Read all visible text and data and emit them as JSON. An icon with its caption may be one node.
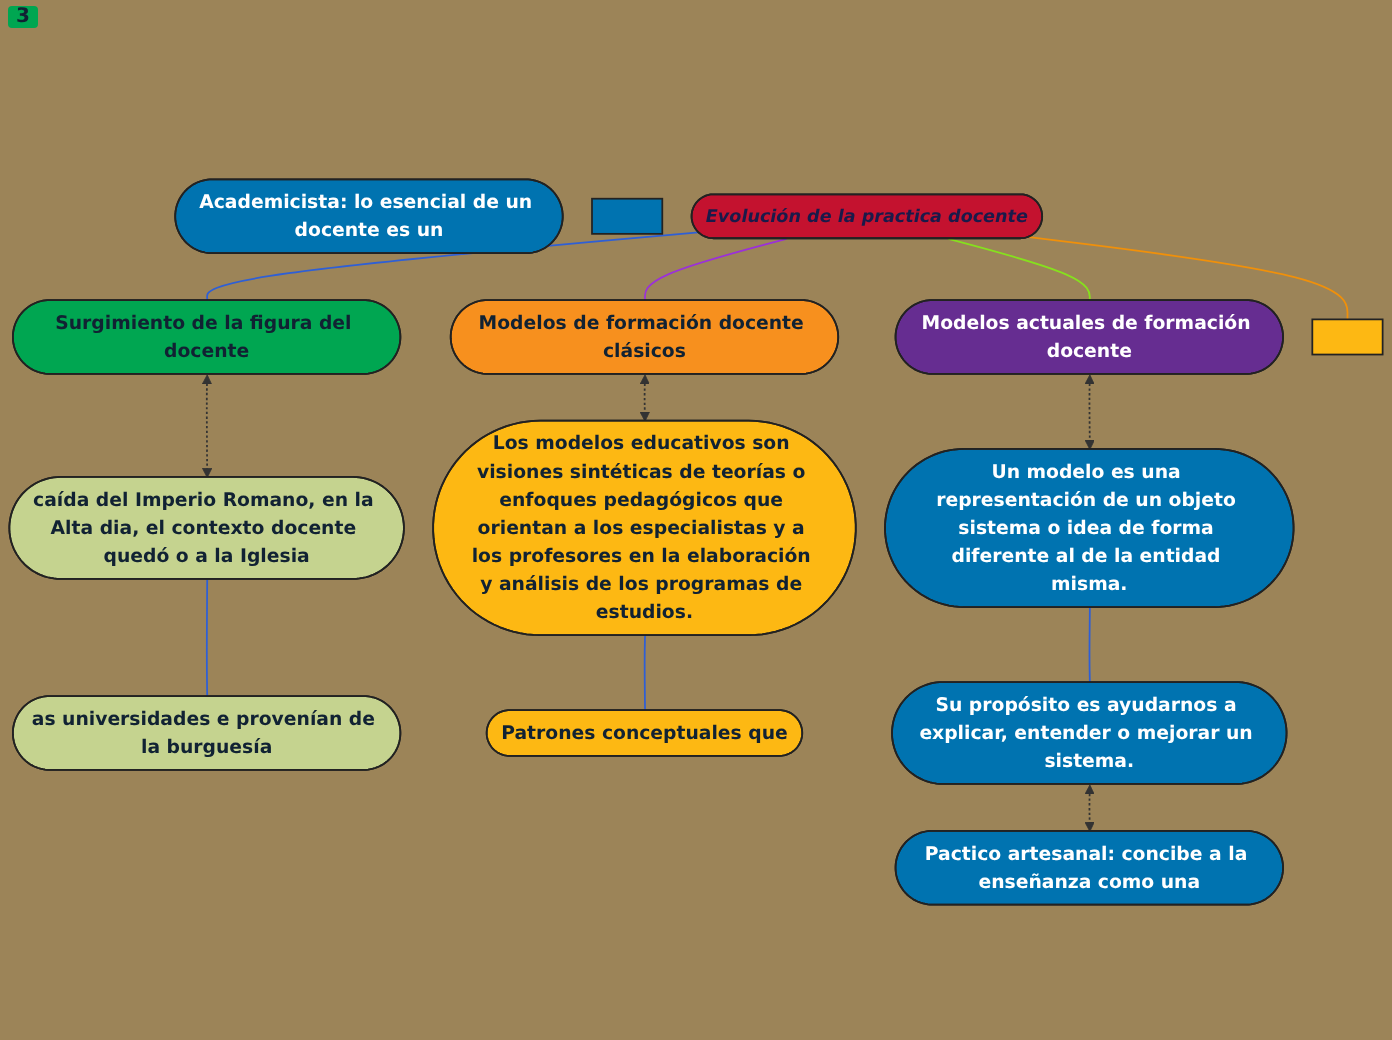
{
  "diagram": {
    "nodes": [
      {
        "text": [
          "Evolución de la practica docente"
        ]
      },
      {
        "text": [
          "Surgimiento de la figura del docente"
        ]
      },
      {
        "text": [
          "Modelos de formación docente clásicos"
        ]
      },
      {
        "text": [
          "Modelos actuales de formación docente"
        ]
      },
      {
        "text": [
          "caída del Imperio Romano, en la Alta dia, el contexto docente quedó o a la Iglesia"
        ]
      },
      {
        "text": [
          "as universidades e provenían de la burguesía"
        ]
      },
      {
        "text": [
          "Los modelos educativos son visiones sintéticas de teorías o enfoques pedagógicos que orientan a los especialistas y a los profesores en la elaboración y análisis de los programas de estudios."
        ]
      },
      {
        "text": [
          "Patrones conceptuales que"
        ]
      },
      {
        "text": [
          "Un modelo es una representación de un objeto sistema o idea de forma diferente al de la entidad misma."
        ]
      },
      {
        "text": [
          "Su propósito es ayudarnos a explicar, entender o mejorar un sistema."
        ]
      },
      {
        "text": [
          "Pactico artesanal: concibe a la enseñanza como una"
        ]
      },
      {
        "text": [
          "Academicista: lo esencial de un docente es un"
        ]
      },
      {
        "text": [],
        "shape": "box"
      },
      {
        "text": [],
        "shape": "box"
      }
    ],
    "edges": [
      {
        "from": 0,
        "to": 1,
        "arrow": "none",
        "color": "#2e5fd6"
      },
      {
        "from": 0,
        "to": 2,
        "arrow": "none",
        "color": "#9b30d9"
      },
      {
        "from": 0,
        "to": 3,
        "arrow": "none",
        "color": "#86e01e"
      },
      {
        "from": 0,
        "to": 12,
        "arrow": "none",
        "color": "#f0900a"
      },
      {
        "from": 1,
        "to": 4,
        "arrow": "both",
        "style": "dashed",
        "color": "#333333"
      },
      {
        "from": 4,
        "to": 5,
        "arrow": "none",
        "color": "#2e5fd6"
      },
      {
        "from": 2,
        "to": 6,
        "arrow": "both",
        "style": "dashed",
        "color": "#333333"
      },
      {
        "from": 6,
        "to": 7,
        "arrow": "none",
        "color": "#2e5fd6"
      },
      {
        "from": 3,
        "to": 8,
        "arrow": "both",
        "style": "dashed",
        "color": "#333333"
      },
      {
        "from": 8,
        "to": 9,
        "arrow": "none",
        "color": "#2e5fd6"
      },
      {
        "from": 9,
        "to": 10,
        "arrow": "both",
        "style": "dashed",
        "color": "#333333"
      }
    ],
    "labels": [
      "3"
    ]
  }
}
